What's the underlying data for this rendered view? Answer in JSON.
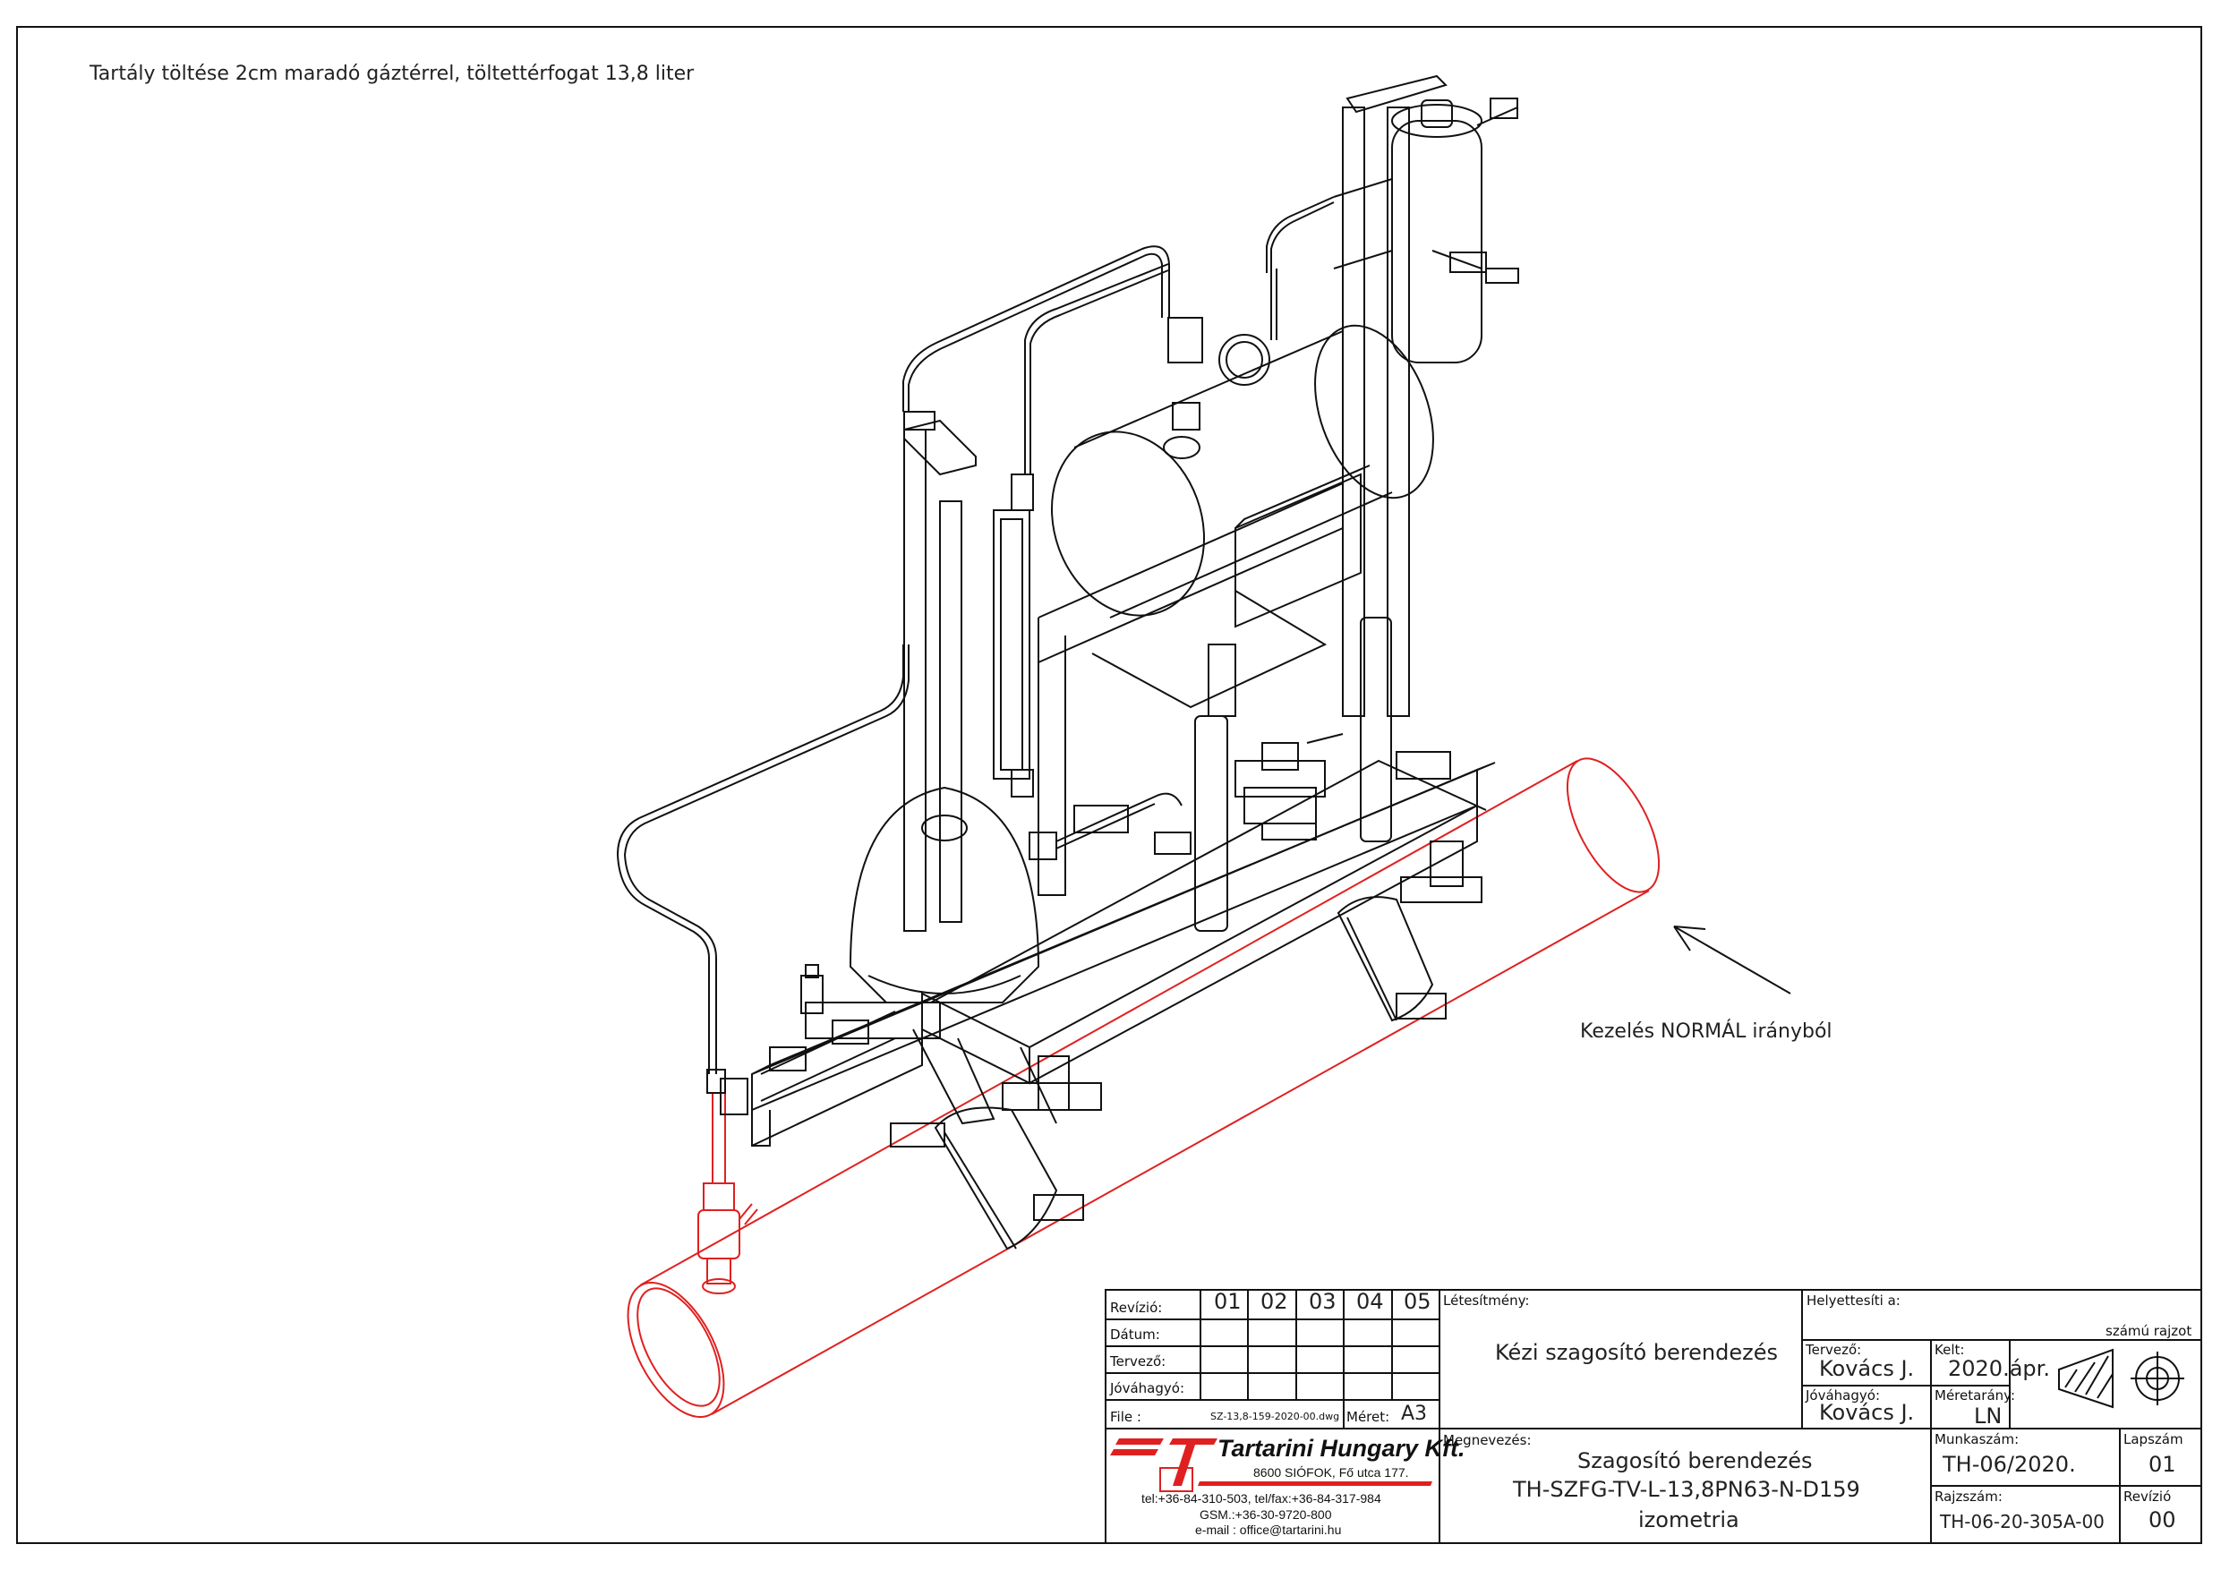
{
  "note_top": "Tartály töltése 2cm maradó gáztérrel, töltettérfogat 13,8 liter",
  "direction_note": "Kezelés NORMÁL irányból",
  "title_block": {
    "revision_label": "Revízió:",
    "revision_numbers": [
      "01",
      "02",
      "03",
      "04",
      "05"
    ],
    "date_label": "Dátum:",
    "designer_label_left": "Tervező:",
    "approver_label_left": "Jóváhagyó:",
    "file_label": "File :",
    "file_value": "SZ-13,8-159-2020-00.dwg",
    "size_label": "Méret:",
    "size_value": "A3",
    "facility_label": "Létesítmény:",
    "facility_value": "Kézi szagosító berendezés",
    "replaces_label": "Helyettesíti a:",
    "replaces_suffix": "számú rajzot",
    "designer_label": "Tervező:",
    "designer_value": "Kovács J.",
    "date_issued_label": "Kelt:",
    "date_issued_value": "2020.ápr.",
    "approver_label": "Jóváhagyó:",
    "approver_value": "Kovács J.",
    "scale_label": "Méretarány:",
    "scale_value": "LN",
    "name_label": "Megnevezés:",
    "name_line1": "Szagosító berendezés",
    "name_line2": "TH-SZFG-TV-L-13,8PN63-N-D159",
    "name_line3": "izometria",
    "job_label": "Munkaszám:",
    "job_value": "TH-06/2020.",
    "sheet_label": "Lapszám",
    "sheet_value": "01",
    "drawing_no_label": "Rajzszám:",
    "drawing_no_value": "TH-06-20-305A-00",
    "rev_label": "Revízió",
    "rev_value": "00"
  },
  "company": {
    "name": "Tartarini Hungary Kft.",
    "address": "8600 SIÓFOK, Fő utca 177.",
    "phone": "tel:+36-84-310-503, tel/fax:+36-84-317-984",
    "gsm": "GSM.:+36-30-9720-800",
    "email": "e-mail : office@tartarini.hu"
  },
  "colors": {
    "line": "#111111",
    "pipe": "#e02020",
    "logo": "#e02020"
  }
}
